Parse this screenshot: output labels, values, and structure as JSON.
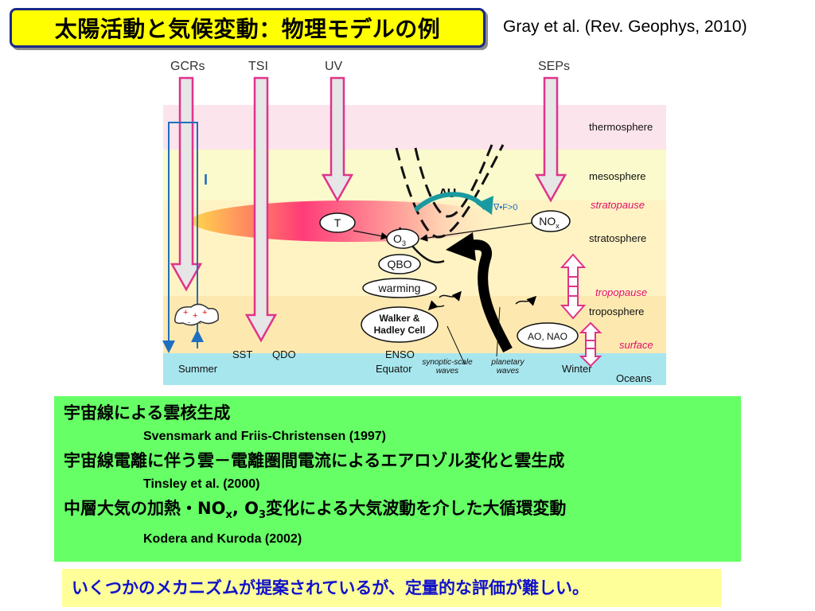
{
  "title": "太陽活動と気候変動：物理モデルの例",
  "reference": "Gray et al. (Rev. Geophys, 2010)",
  "diagram": {
    "forcings": [
      "GCRs",
      "TSI",
      "UV",
      "SEPs"
    ],
    "layers": [
      "thermosphere",
      "mesosphere",
      "stratopause",
      "stratosphere",
      "tropopause",
      "troposphere",
      "surface",
      "Oceans"
    ],
    "nodes": {
      "t": "T",
      "o3_main": "O",
      "o3_sub": "3",
      "nox_main": "NO",
      "nox_sub": "x",
      "qbo": "QBO",
      "warming": "warming",
      "walker_line1": "Walker &",
      "walker_line2": "Hadley Cell",
      "ao_nao": "AO, NAO"
    },
    "labels": {
      "delta_u": "∆U",
      "flux": "∇•F>0",
      "current_i": "I",
      "sst": "SST",
      "qdo": "QDO",
      "enso": "ENSO",
      "summer": "Summer",
      "equator": "Equator",
      "synoptic_line1": "synoptic-scale",
      "synoptic_line2": "waves",
      "planetary_line1": "planetary",
      "planetary_line2": "waves",
      "winter": "Winter"
    }
  },
  "mechanisms": [
    {
      "text_before": "宇宙線による雲核生成",
      "citation": "Svensmark and Friis-Christensen (1997)"
    },
    {
      "text_before": "宇宙線電離に伴う雲－電離圏間電流によるエアロゾル変化と雲生成",
      "citation": "Tinsley et al. (2000)"
    },
    {
      "text_before": "中層大気の加熱・NO",
      "sub1": "x",
      "text_mid": ", O",
      "sub2": "3",
      "text_after": "変化による大気波動を介した大循環変動",
      "citation": "Kodera and Kuroda (2002)"
    }
  ],
  "conclusion": "いくつかのメカニズムが提案されているが、定量的な評価が難しい。"
}
